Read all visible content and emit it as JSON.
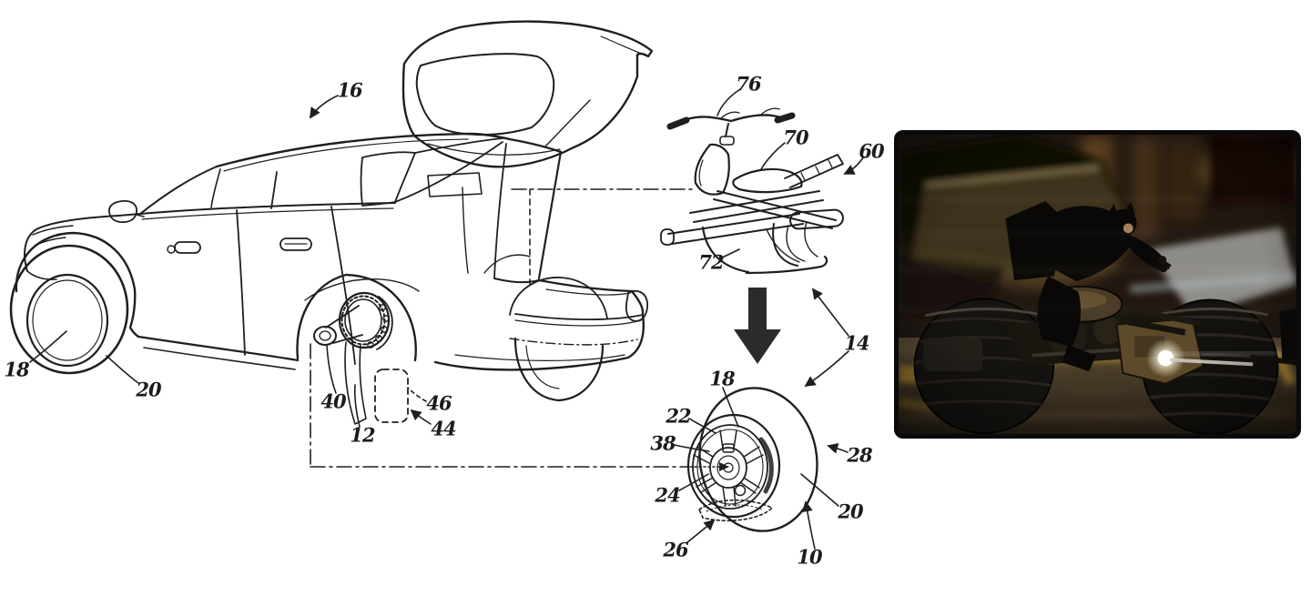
{
  "page": {
    "background": "#ffffff",
    "type": "patent-figure-with-photo"
  },
  "figure": {
    "description": "patent line drawing of hatchback car with detachable rear wheel folding cycle",
    "icons": {
      "transform_arrow": "down-arrow"
    },
    "colors": {
      "line": "#1f1f1f",
      "arrow_fill": "#2b2b2b"
    },
    "labels": [
      {
        "id": "vehicle-16",
        "text": "16"
      },
      {
        "id": "front-wheel-18",
        "text": "18"
      },
      {
        "id": "front-tire-20",
        "text": "20"
      },
      {
        "id": "axle-hub-40",
        "text": "40"
      },
      {
        "id": "suspension-12",
        "text": "12"
      },
      {
        "id": "stowage-46",
        "text": "46"
      },
      {
        "id": "stowage-44",
        "text": "44"
      },
      {
        "id": "handlebar-76",
        "text": "76"
      },
      {
        "id": "seat-70",
        "text": "70"
      },
      {
        "id": "folded-cycle-60",
        "text": "60"
      },
      {
        "id": "frame-72",
        "text": "72"
      },
      {
        "id": "transform-14",
        "text": "14"
      },
      {
        "id": "hub-cover-18",
        "text": "18"
      },
      {
        "id": "spokes-22",
        "text": "22"
      },
      {
        "id": "hub-center-38",
        "text": "38"
      },
      {
        "id": "hub-lower-24",
        "text": "24"
      },
      {
        "id": "flap-26",
        "text": "26"
      },
      {
        "id": "wheel-unit-10",
        "text": "10"
      },
      {
        "id": "tire-20",
        "text": "20"
      },
      {
        "id": "tire-outer-28",
        "text": "28"
      }
    ]
  },
  "photo": {
    "name": "batpod-night-scene",
    "frame_color": "#0a0a0a",
    "road_line_color": "#c39b33"
  }
}
